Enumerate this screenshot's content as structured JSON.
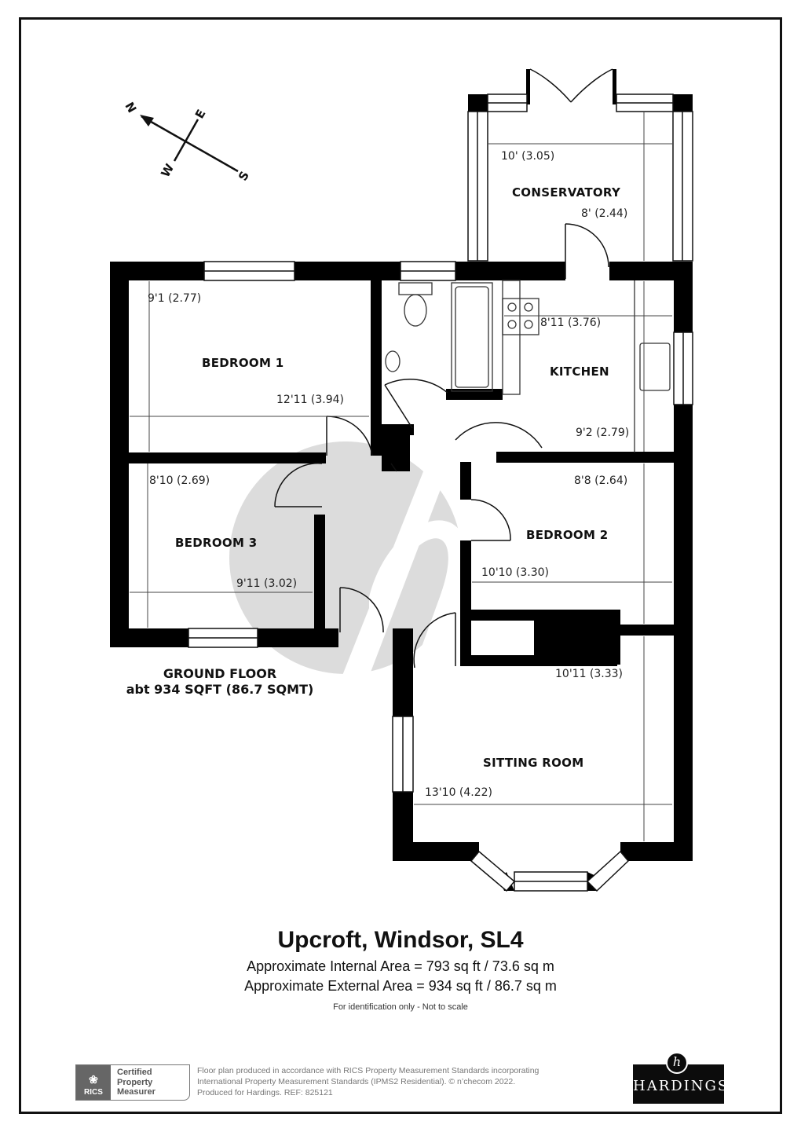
{
  "plan": {
    "floor_name": "GROUND FLOOR",
    "floor_area": "abt 934 SQFT (86.7 SQMT)",
    "compass": {
      "n": "N",
      "e": "E",
      "s": "S",
      "w": "W"
    },
    "rooms": [
      {
        "name": "CONSERVATORY",
        "width_dim": "10' (3.05)",
        "depth_dim": "8' (2.44)"
      },
      {
        "name": "BEDROOM 1",
        "width_dim": "12'11 (3.94)",
        "depth_dim": "9'1 (2.77)"
      },
      {
        "name": "KITCHEN",
        "width_dim": "8'11 (3.76)",
        "depth_dim": "9'2 (2.79)"
      },
      {
        "name": "BEDROOM 3",
        "width_dim": "9'11 (3.02)",
        "depth_dim": "8'10 (2.69)"
      },
      {
        "name": "BEDROOM 2",
        "width_dim": "10'10 (3.30)",
        "depth_dim": "8'8 (2.64)"
      },
      {
        "name": "SITTING ROOM",
        "width_dim": "13'10 (4.22)",
        "depth_dim": "10'11 (3.33)"
      }
    ]
  },
  "summary": {
    "address": "Upcroft, Windsor, SL4",
    "internal_area": "Approximate Internal Area = 793 sq ft / 73.6 sq m",
    "external_area": "Approximate External Area = 934 sq ft / 86.7 sq m",
    "disclaimer": "For identification only - Not to scale"
  },
  "footer": {
    "rics_label": "RICS",
    "cert_lines": [
      "Certified",
      "Property",
      "Measurer"
    ],
    "notes": [
      "Floor plan produced in accordance with RICS Property Measurement Standards incorporating",
      "International Property Measurement Standards (IPMS2 Residential).   © n’checom 2022.",
      "Produced for Hardings.    REF:  825121"
    ],
    "brand": "HARDINGS",
    "brand_mark": "h"
  }
}
